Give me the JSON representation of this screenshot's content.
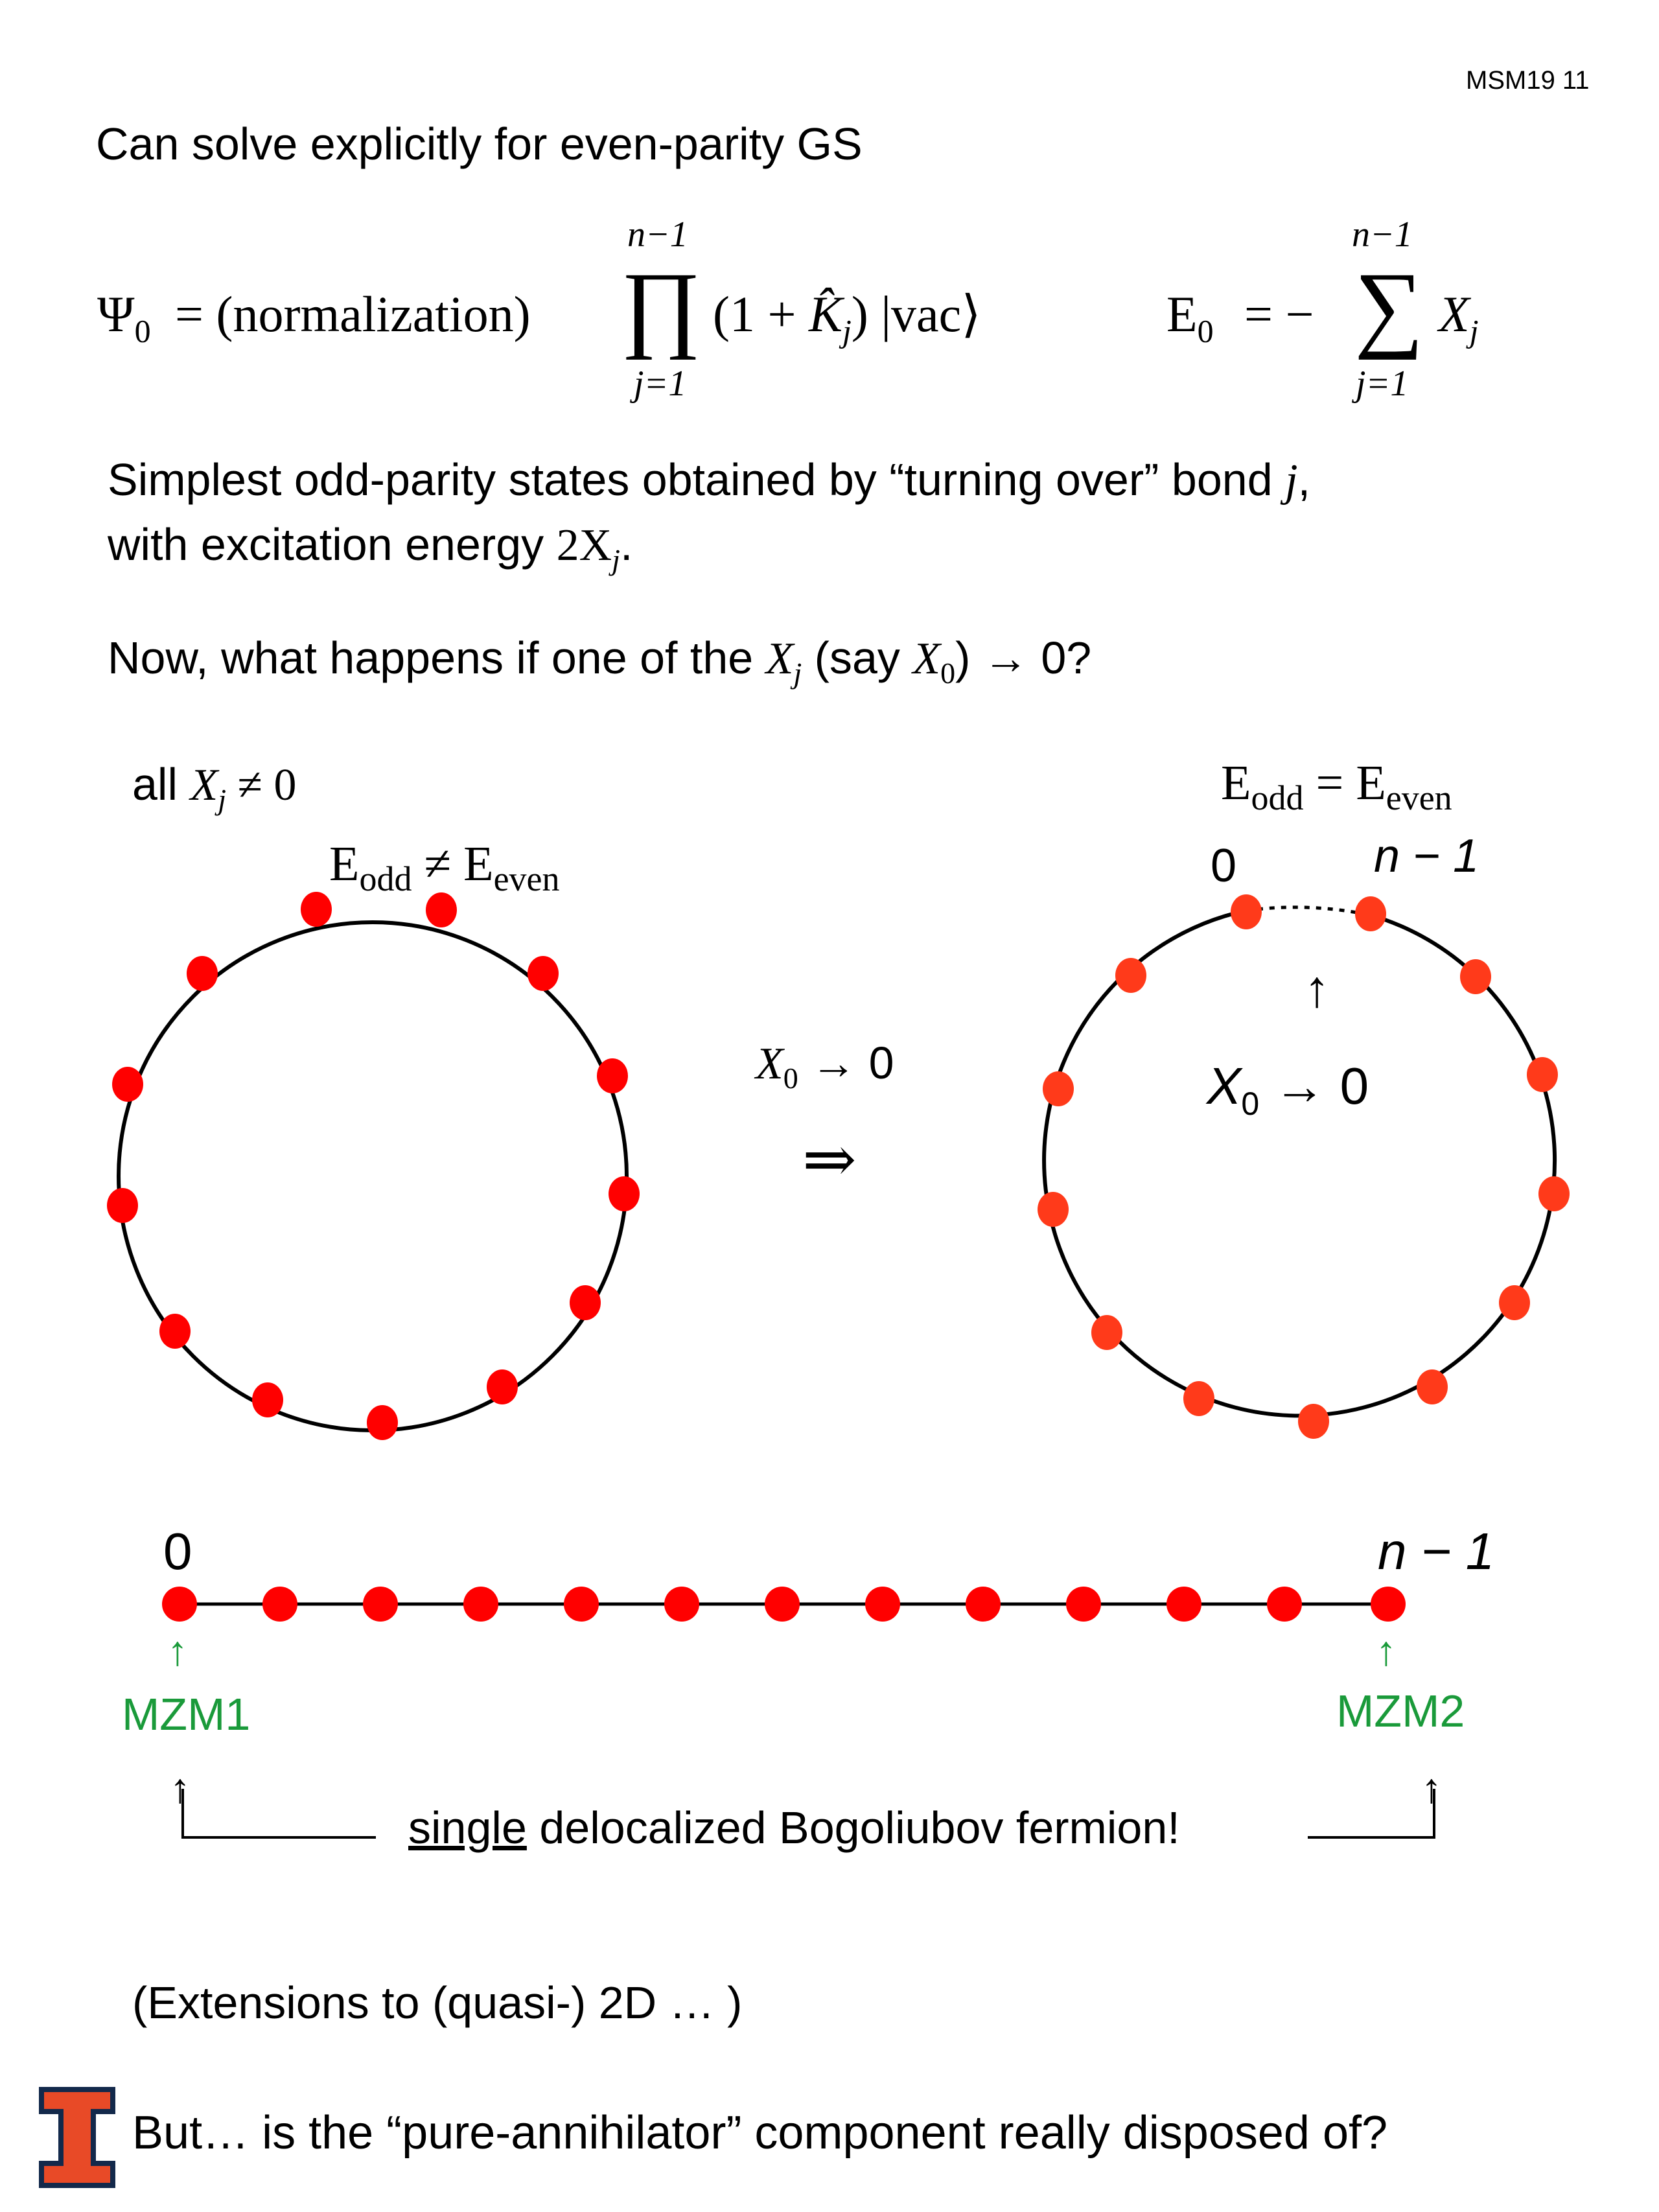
{
  "slide_id": "MSM19  11",
  "heading": "Can solve explicitly for even-parity GS",
  "eq_psi": {
    "lhs": "Ψ",
    "lhs_sub": "0",
    "norm": "= (normalization)",
    "prod_top": "n−1",
    "prod_bottom": "j=1",
    "factor_open": "(1 + ",
    "k_hat": "K̂",
    "k_sub": "j",
    "factor_close": ")",
    "ket": "|vac⟩"
  },
  "eq_energy": {
    "lhs": "E",
    "lhs_sub": "0",
    "eq": "= −",
    "sum_top": "n−1",
    "sum_bottom": "j=1",
    "term": "X",
    "term_sub": "j"
  },
  "para1_line1": "Simplest odd-parity states obtained by “turning over” bond ",
  "para1_j": "j",
  "para1_comma": ",",
  "para1_line2": "with excitation energy ",
  "para1_2x": "2X",
  "para1_2x_sub": "j",
  "para1_period": ".",
  "para2_a": "Now, what happens if one of the ",
  "para2_x": "X",
  "para2_x_sub": "j",
  "para2_b": " (say ",
  "para2_x0": "X",
  "para2_x0_sub": "0",
  "para2_c": ") → 0?",
  "left_ring": {
    "label_all": "all ",
    "label_x": "X",
    "label_x_sub": "j",
    "label_ne": " ≠ 0",
    "e_odd": "E",
    "e_odd_sub": "odd",
    "neq": " ≠ ",
    "e_even": "E",
    "e_even_sub": "even"
  },
  "arrow_mid": {
    "x": "X",
    "x_sub": "0",
    "arrow": " → 0",
    "implies": "⇒"
  },
  "right_ring": {
    "e_odd": "E",
    "e_odd_sub": "odd",
    "eq": " = ",
    "e_even": "E",
    "e_even_sub": "even",
    "label_0": "0",
    "label_n1": "n − 1",
    "up_arrow": "↑",
    "x": "X",
    "x_sub": "0",
    "arrow": " → 0"
  },
  "chain": {
    "label_0": "0",
    "label_n1": "n − 1",
    "arrow_left": "↑",
    "arrow_right": "↑",
    "mzm1": "MZM1",
    "mzm2": "MZM2",
    "bottom_arrow_left": "↑",
    "bottom_arrow_right": "↑",
    "fermion_single": "single",
    "fermion_rest": " delocalized Bogoliubov fermion!"
  },
  "extensions": "(Extensions to (quasi-) 2D … )",
  "question": "But… is the “pure-annihilator” component really disposed of?",
  "logo_letter": "I",
  "colors": {
    "dot": "#ff0000",
    "dot_right": "#ff3a1a",
    "mzm": "#1a9a3a",
    "logo_orange": "#e84a27",
    "logo_blue": "#13294b"
  }
}
